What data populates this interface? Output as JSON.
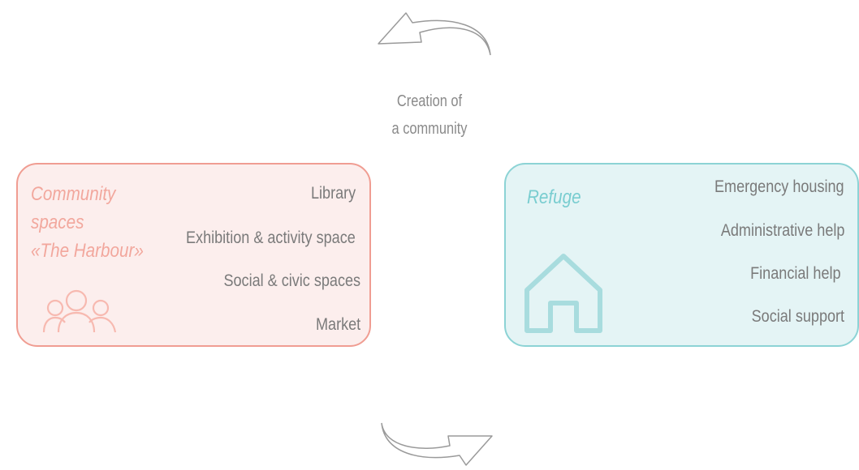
{
  "center_label": {
    "line1": "Creation of",
    "line2": "a community"
  },
  "left_box": {
    "title_lines": [
      "Community",
      "spaces",
      "«The Harbour»"
    ],
    "items": [
      "Library",
      "Exhibition  & activity space",
      "Social & civic  spaces",
      "Market"
    ],
    "icon": "people-group-icon",
    "colors": {
      "fill": "#fceeed",
      "border": "#f09d92",
      "accent": "#f2a79d"
    }
  },
  "right_box": {
    "title": "Refuge",
    "items": [
      "Emergency housing",
      "Administrative help",
      "Financial help",
      "Social support"
    ],
    "icon": "house-icon",
    "colors": {
      "fill": "#e4f4f5",
      "border": "#8cd3d5",
      "accent": "#79cdd0"
    }
  },
  "arrows": {
    "top": "curved-arrow-left-icon",
    "bottom": "curved-arrow-right-icon",
    "color": "#9a9a9a"
  }
}
